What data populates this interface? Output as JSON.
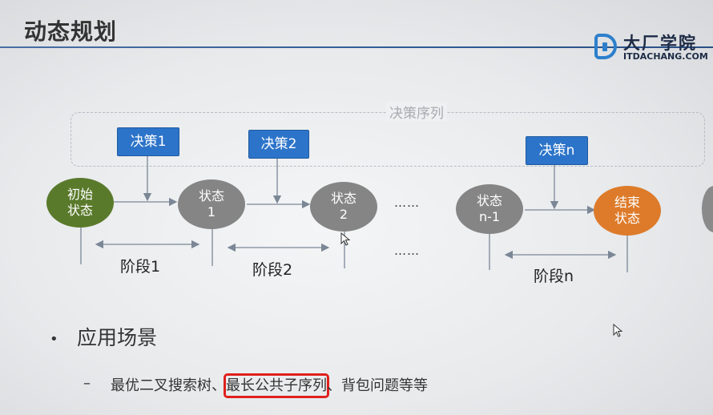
{
  "slide": {
    "title": "动态规划"
  },
  "logo": {
    "cn": "大厂学院",
    "en": "ITDACHANG.COM"
  },
  "diagram": {
    "sequence_label": "决策序列",
    "decisions": [
      "决策1",
      "决策2",
      "决策n"
    ],
    "states": {
      "start": [
        "初始",
        "状态"
      ],
      "s1": [
        "状态",
        "1"
      ],
      "s2": [
        "状态",
        "2"
      ],
      "sn1": [
        "状态",
        "n-1"
      ],
      "end": [
        "结束",
        "状态"
      ]
    },
    "stages": [
      "阶段1",
      "阶段2",
      "阶段n"
    ],
    "ellipsis": "……"
  },
  "bullets": {
    "heading": "应用场景",
    "sub_items": {
      "item1": "最优二叉搜索树、",
      "item2": "最长公共子序列",
      "item3": "、背包问题等等"
    }
  },
  "colors": {
    "decision_box": "#2c74c9",
    "start_node": "#5a7a2b",
    "state_node": "#858585",
    "end_node": "#dd7b2a",
    "highlight_border": "#e0201c"
  }
}
